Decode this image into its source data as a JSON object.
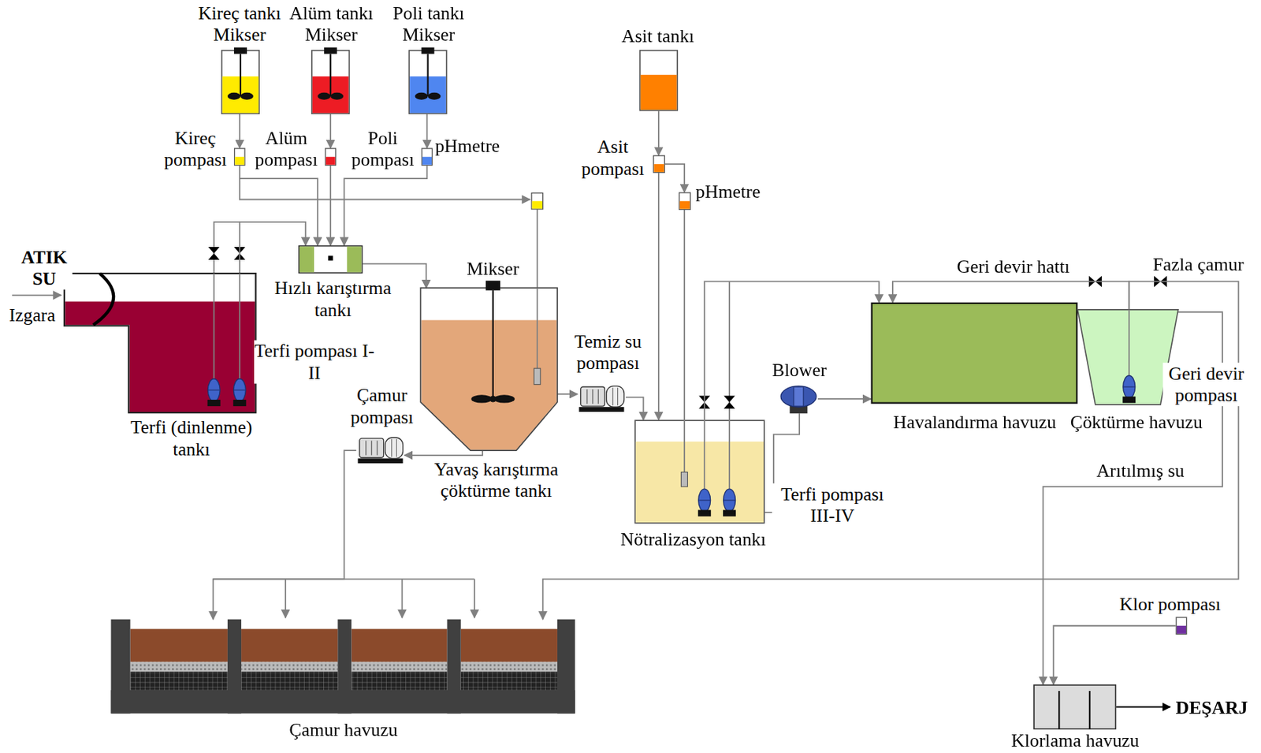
{
  "diagram": {
    "nodes": [
      {
        "text": [
          "Kireç tankı Mikser"
        ]
      },
      {
        "text": [
          "Alüm tankı Mikser"
        ]
      },
      {
        "text": [
          "Poli tankı Mikser"
        ]
      },
      {
        "text": [
          "Asit tankı"
        ]
      },
      {
        "text": [
          "Kireç pompası"
        ]
      },
      {
        "text": [
          "Alüm pompası"
        ]
      },
      {
        "text": [
          "Poli pompası"
        ]
      },
      {
        "text": [
          "Asit pompası"
        ]
      },
      {
        "text": [
          "pHmetre"
        ]
      },
      {
        "text": [
          "Terfi (dinlenme) tankı"
        ]
      },
      {
        "text": [
          "Hızlı karıştırma tankı"
        ]
      },
      {
        "text": [
          "Yavaş karıştırma çöktürme tankı"
        ]
      },
      {
        "text": [
          "Temiz su pompası"
        ]
      },
      {
        "text": [
          "Çamur pompası"
        ]
      },
      {
        "text": [
          "Nötralizasyon tankı"
        ]
      },
      {
        "text": [
          "Blower"
        ]
      },
      {
        "text": [
          "Havalandırma havuzu"
        ]
      },
      {
        "text": [
          "Çöktürme havuzu"
        ]
      },
      {
        "text": [
          "Çamur havuzu"
        ]
      },
      {
        "text": [
          "Klorlama havuzu"
        ]
      },
      {
        "text": [
          "Klor pompası"
        ]
      }
    ],
    "edges": [
      {
        "from": 0,
        "to": 4,
        "arrow": "to"
      },
      {
        "from": 1,
        "to": 5,
        "arrow": "to"
      },
      {
        "from": 2,
        "to": 6,
        "arrow": "to"
      },
      {
        "from": 3,
        "to": 7,
        "arrow": "to"
      },
      {
        "from": 4,
        "to": 10,
        "arrow": "to"
      },
      {
        "from": 5,
        "to": 10,
        "arrow": "to"
      },
      {
        "from": 6,
        "to": 10,
        "arrow": "to"
      },
      {
        "from": 9,
        "to": 10,
        "arrow": "to"
      },
      {
        "from": 10,
        "to": 11,
        "arrow": "to"
      },
      {
        "from": 11,
        "to": 12,
        "arrow": "to"
      },
      {
        "from": 12,
        "to": 14,
        "arrow": "to"
      },
      {
        "from": 11,
        "to": 13,
        "arrow": "to"
      },
      {
        "from": 13,
        "to": 18,
        "arrow": "to"
      },
      {
        "from": 7,
        "to": 14,
        "arrow": "to"
      },
      {
        "from": 7,
        "to": 8,
        "arrow": "to"
      },
      {
        "from": 8,
        "to": 14,
        "arrow": "none"
      },
      {
        "from": 14,
        "to": 16,
        "arrow": "to"
      },
      {
        "from": 15,
        "to": 16,
        "arrow": "to"
      },
      {
        "from": 17,
        "to": 16,
        "label": "Geri devir hattı",
        "arrow": "to"
      },
      {
        "from": 17,
        "to": 18,
        "label": "Fazla çamur",
        "arrow": "to"
      },
      {
        "from": 17,
        "to": 19,
        "label": "Arıtılmış su",
        "arrow": "to"
      },
      {
        "from": 20,
        "to": 19,
        "arrow": "to"
      }
    ],
    "labels": [
      "ATIK SU",
      "Izgara",
      "pHmetre",
      "Terfi pompası I-II",
      "Mikser",
      "Terfi pompası III-IV",
      "Geri devir pompası",
      "DEŞARJ"
    ]
  }
}
